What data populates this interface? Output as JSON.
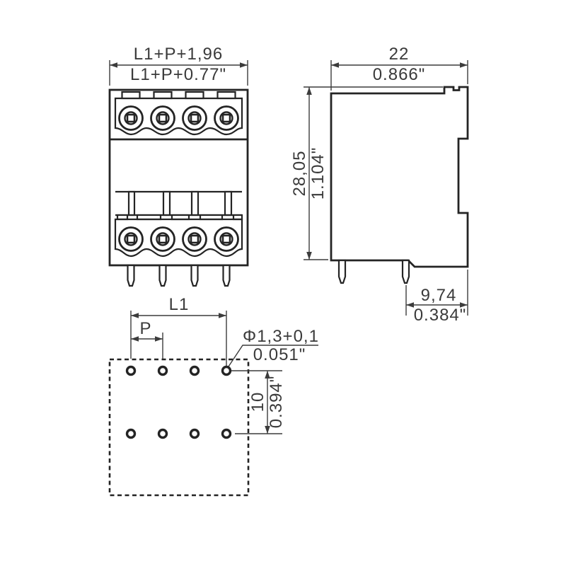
{
  "drawing": {
    "type": "terminal-block dimensional drawing, 3 views",
    "front_view": {
      "width_metric": "L1+P+1,96",
      "width_inch": "L1+P+0.77\""
    },
    "side_view": {
      "width_metric": "22",
      "width_inch": "0.866\"",
      "height_metric": "28,05",
      "height_inch": "1.104\"",
      "pin_offset_metric": "9,74",
      "pin_offset_inch": "0.384\""
    },
    "footprint": {
      "length_label": "L1",
      "pitch_label": "P",
      "hole_diameter_metric": "Φ1,3+0,1",
      "hole_diameter_inch": "0.051\"",
      "row_spacing_metric": "10",
      "row_spacing_inch": "0.394\""
    },
    "colors": {
      "line": "#242424",
      "dimension": "#3c3c3c",
      "text": "#3a3a3a",
      "background": "#ffffff"
    }
  }
}
